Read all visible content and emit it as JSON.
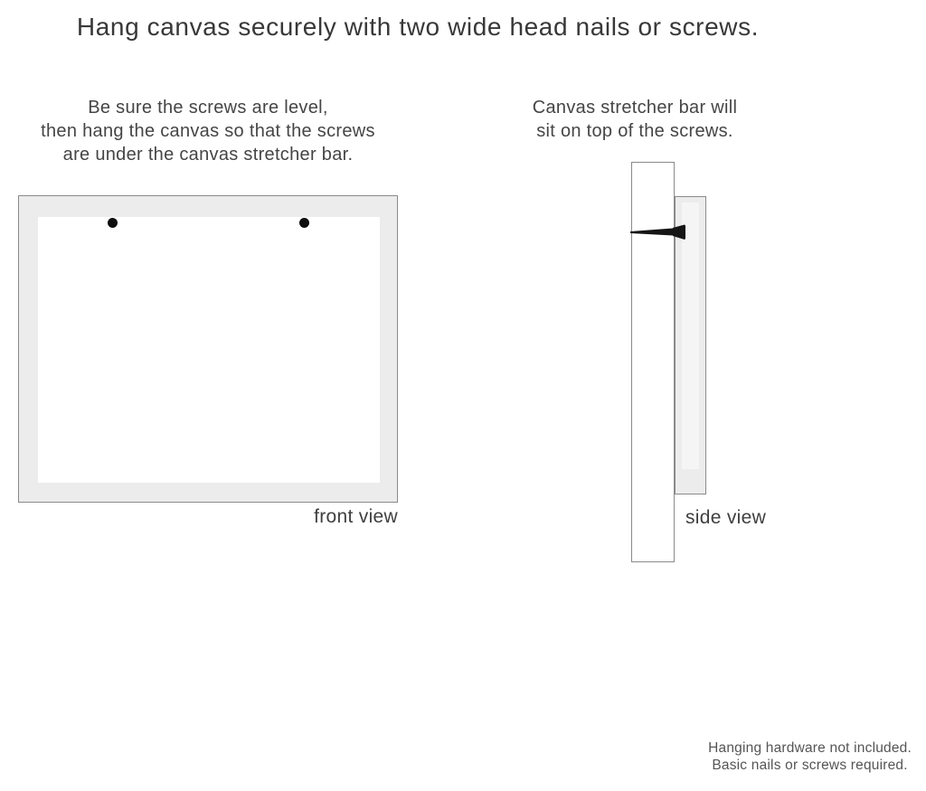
{
  "title": "Hang canvas securely with two wide head nails or screws.",
  "instructions": {
    "left": {
      "lines": [
        "Be sure the screws are level,",
        "then hang the canvas so that the screws",
        "are under the canvas stretcher bar."
      ]
    },
    "right": {
      "lines": [
        "Canvas stretcher bar will",
        "sit on top of the screws."
      ]
    }
  },
  "front_view": {
    "label": "front view",
    "screw_count": 2
  },
  "side_view": {
    "label": "side view"
  },
  "footer": {
    "lines": [
      "Hanging hardware not included.",
      "Basic nails or screws required."
    ]
  },
  "colors": {
    "background": "#ffffff",
    "canvas_edge_gray": "#ececec",
    "outline_gray": "#8a8a8a",
    "screw_black": "#0d0d0d",
    "nail_black": "#151515",
    "title_text": "#383838",
    "body_text": "#454545",
    "footer_text": "#555555"
  }
}
